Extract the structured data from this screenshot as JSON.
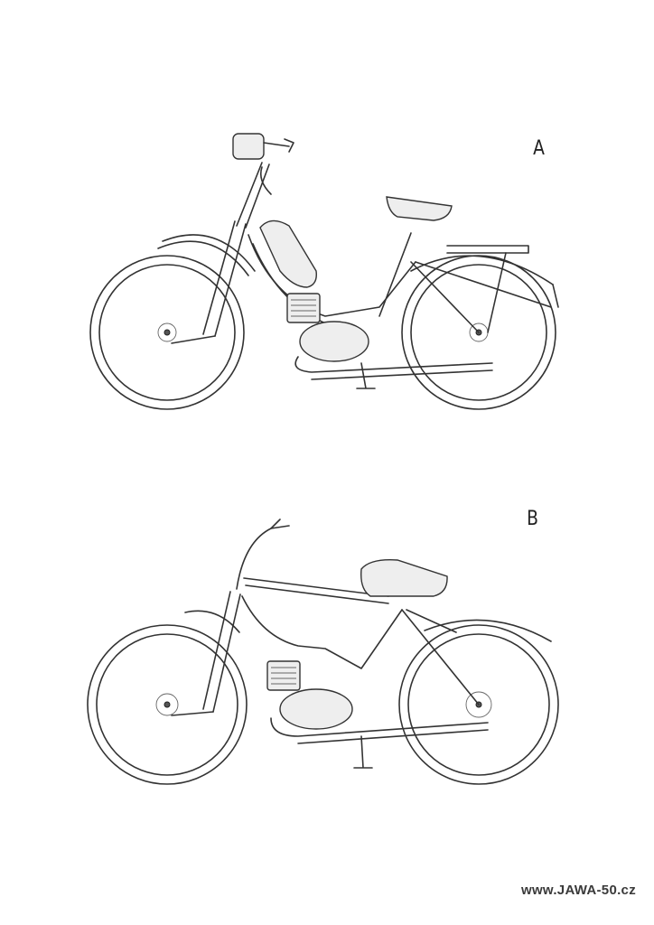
{
  "figures": [
    {
      "label": "A"
    },
    {
      "label": "B"
    }
  ],
  "footer": {
    "watermark": "www.JAWA-50.cz"
  },
  "colors": {
    "ink": "#333333",
    "paper": "#ffffff"
  }
}
